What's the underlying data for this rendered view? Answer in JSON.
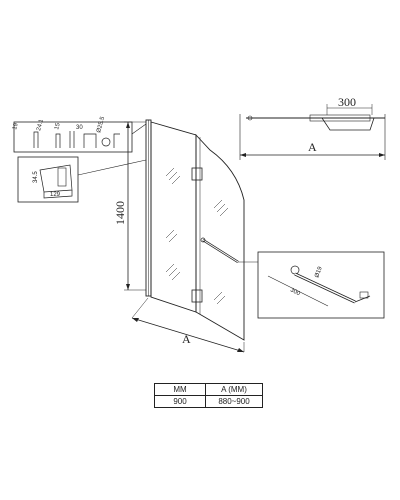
{
  "diagram": {
    "door_height": "1400",
    "door_width": "A",
    "towel_bar_length": "300",
    "overall_width": "A",
    "profile_dims": [
      "19",
      "24.1",
      "15",
      "30",
      "Ø25.5"
    ],
    "bracket_dims": [
      "34.5",
      "129"
    ],
    "bar_detail_dims": [
      "Ø19",
      "300"
    ]
  },
  "spec_table": {
    "headers": [
      "MM",
      "A (MM)"
    ],
    "rows": [
      [
        "900",
        "880~900"
      ]
    ]
  }
}
